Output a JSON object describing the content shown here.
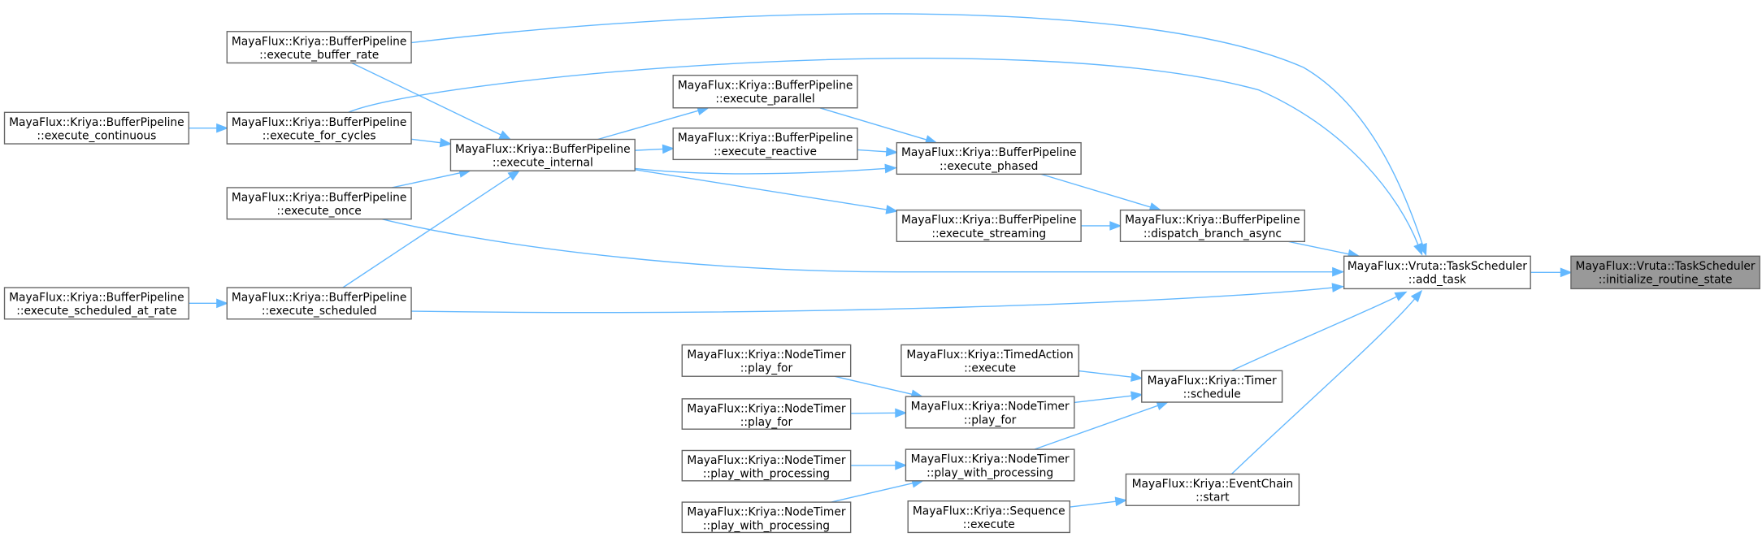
{
  "title": "Caller graph of MayaFlux::Vruta::TaskScheduler::initialize_routine_state",
  "colors": {
    "edge": "#63b8ff",
    "node_border": "#666666",
    "root_fill": "#999999",
    "node_fill": "#ffffff"
  },
  "nodes": [
    {
      "id": "initialize",
      "line1": "MayaFlux::Vruta::TaskScheduler",
      "line2": "::initialize_routine_state",
      "root": true
    },
    {
      "id": "add_task",
      "line1": "MayaFlux::Vruta::TaskScheduler",
      "line2": "::add_task"
    },
    {
      "id": "buffer_rate",
      "line1": "MayaFlux::Kriya::BufferPipeline",
      "line2": "::execute_buffer_rate"
    },
    {
      "id": "continuous",
      "line1": "MayaFlux::Kriya::BufferPipeline",
      "line2": "::execute_continuous"
    },
    {
      "id": "for_cycles",
      "line1": "MayaFlux::Kriya::BufferPipeline",
      "line2": "::execute_for_cycles"
    },
    {
      "id": "once",
      "line1": "MayaFlux::Kriya::BufferPipeline",
      "line2": "::execute_once"
    },
    {
      "id": "scheduled_at_rate",
      "line1": "MayaFlux::Kriya::BufferPipeline",
      "line2": "::execute_scheduled_at_rate"
    },
    {
      "id": "scheduled",
      "line1": "MayaFlux::Kriya::BufferPipeline",
      "line2": "::execute_scheduled"
    },
    {
      "id": "internal",
      "line1": "MayaFlux::Kriya::BufferPipeline",
      "line2": "::execute_internal"
    },
    {
      "id": "parallel",
      "line1": "MayaFlux::Kriya::BufferPipeline",
      "line2": "::execute_parallel"
    },
    {
      "id": "reactive",
      "line1": "MayaFlux::Kriya::BufferPipeline",
      "line2": "::execute_reactive"
    },
    {
      "id": "phased",
      "line1": "MayaFlux::Kriya::BufferPipeline",
      "line2": "::execute_phased"
    },
    {
      "id": "streaming",
      "line1": "MayaFlux::Kriya::BufferPipeline",
      "line2": "::execute_streaming"
    },
    {
      "id": "dispatch",
      "line1": "MayaFlux::Kriya::BufferPipeline",
      "line2": "::dispatch_branch_async"
    },
    {
      "id": "nt_play_for_a",
      "line1": "MayaFlux::Kriya::NodeTimer",
      "line2": "::play_for"
    },
    {
      "id": "nt_play_for_b",
      "line1": "MayaFlux::Kriya::NodeTimer",
      "line2": "::play_for"
    },
    {
      "id": "nt_pwp_a",
      "line1": "MayaFlux::Kriya::NodeTimer",
      "line2": "::play_with_processing"
    },
    {
      "id": "nt_pwp_b",
      "line1": "MayaFlux::Kriya::NodeTimer",
      "line2": "::play_with_processing"
    },
    {
      "id": "timed_action",
      "line1": "MayaFlux::Kriya::TimedAction",
      "line2": "::execute"
    },
    {
      "id": "play_for",
      "line1": "MayaFlux::Kriya::NodeTimer",
      "line2": "::play_for"
    },
    {
      "id": "pwp",
      "line1": "MayaFlux::Kriya::NodeTimer",
      "line2": "::play_with_processing"
    },
    {
      "id": "sequence",
      "line1": "MayaFlux::Kriya::Sequence",
      "line2": "::execute"
    },
    {
      "id": "timer",
      "line1": "MayaFlux::Kriya::Timer",
      "line2": "::schedule"
    },
    {
      "id": "eventchain",
      "line1": "MayaFlux::Kriya::EventChain",
      "line2": "::start"
    }
  ],
  "edges": [
    [
      "add_task",
      "initialize"
    ],
    [
      "buffer_rate",
      "add_task"
    ],
    [
      "for_cycles",
      "add_task"
    ],
    [
      "once",
      "add_task"
    ],
    [
      "scheduled",
      "add_task"
    ],
    [
      "dispatch",
      "add_task"
    ],
    [
      "timer",
      "add_task"
    ],
    [
      "eventchain",
      "add_task"
    ],
    [
      "continuous",
      "for_cycles"
    ],
    [
      "scheduled_at_rate",
      "scheduled"
    ],
    [
      "buffer_rate",
      "internal"
    ],
    [
      "for_cycles",
      "internal"
    ],
    [
      "once",
      "internal"
    ],
    [
      "scheduled",
      "internal"
    ],
    [
      "internal",
      "parallel"
    ],
    [
      "internal",
      "reactive"
    ],
    [
      "internal",
      "phased"
    ],
    [
      "internal",
      "streaming"
    ],
    [
      "parallel",
      "phased"
    ],
    [
      "reactive",
      "phased"
    ],
    [
      "phased",
      "dispatch"
    ],
    [
      "streaming",
      "dispatch"
    ],
    [
      "nt_play_for_a",
      "play_for"
    ],
    [
      "nt_play_for_b",
      "play_for"
    ],
    [
      "nt_pwp_a",
      "pwp"
    ],
    [
      "nt_pwp_b",
      "pwp"
    ],
    [
      "timed_action",
      "timer"
    ],
    [
      "play_for",
      "timer"
    ],
    [
      "pwp",
      "timer"
    ],
    [
      "sequence",
      "eventchain"
    ]
  ]
}
